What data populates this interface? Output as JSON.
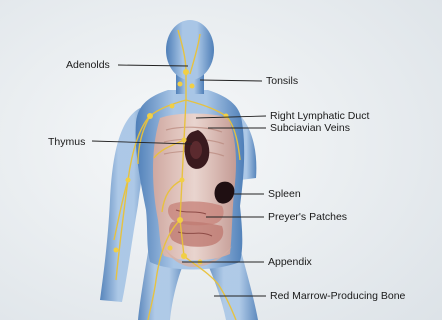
{
  "labels": {
    "adenoids": "Adenolds",
    "tonsils": "Tonsils",
    "right_lymphatic_duct": "Right Lymphatic Duct",
    "subclavian_veins": "Subciavian Veins",
    "thymus": "Thymus",
    "spleen": "Spleen",
    "peyers_patches": "Preyer's Patches",
    "appendix": "Appendix",
    "red_marrow": "Red Marrow-Producing Bone"
  },
  "colors": {
    "background": "#eef1f3",
    "body_blue": "#7fa9d6",
    "skin": "#e7c4b8",
    "lymph_yellow": "#e9c23a",
    "organ_dark": "#2a1518",
    "leader_line": "#222222"
  }
}
